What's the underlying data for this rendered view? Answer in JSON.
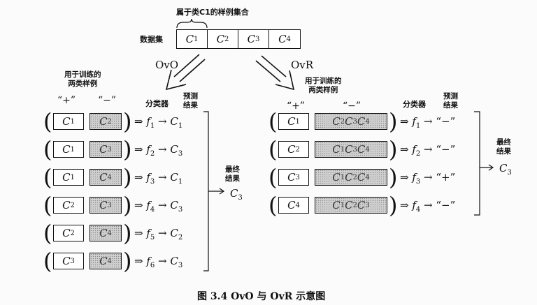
{
  "brace_label": "属于类C1的样例集合",
  "dataset_label": "数据集",
  "dataset_cells": [
    "C1",
    "C2",
    "C3",
    "C4"
  ],
  "ovo": {
    "label": "OvO",
    "train_caption_1": "用于训练的",
    "train_caption_2": "两类样例",
    "plus_header": "“+”",
    "minus_header": "“−”",
    "classifier_header": "分类器",
    "predict_header_1": "预测",
    "predict_header_2": "结果",
    "rows": [
      {
        "pos": "C1",
        "neg": "C2",
        "f": "f1",
        "result": "C1"
      },
      {
        "pos": "C1",
        "neg": "C3",
        "f": "f2",
        "result": "C3"
      },
      {
        "pos": "C1",
        "neg": "C4",
        "f": "f3",
        "result": "C1"
      },
      {
        "pos": "C2",
        "neg": "C3",
        "f": "f4",
        "result": "C3"
      },
      {
        "pos": "C2",
        "neg": "C4",
        "f": "f5",
        "result": "C2"
      },
      {
        "pos": "C3",
        "neg": "C4",
        "f": "f6",
        "result": "C3"
      }
    ],
    "final_label_1": "最终",
    "final_label_2": "结果",
    "final_result": "C3"
  },
  "ovr": {
    "label": "OvR",
    "train_caption_1": "用于训练的",
    "train_caption_2": "两类样例",
    "plus_header": "“+”",
    "minus_header": "“−”",
    "classifier_header": "分类器",
    "predict_header_1": "预测",
    "predict_header_2": "结果",
    "rows": [
      {
        "pos": "C1",
        "neg": "C2 C3 C4",
        "f": "f1",
        "result": "“−”"
      },
      {
        "pos": "C2",
        "neg": "C1 C3 C4",
        "f": "f2",
        "result": "“−”"
      },
      {
        "pos": "C3",
        "neg": "C1 C2 C4",
        "f": "f3",
        "result": "“+”"
      },
      {
        "pos": "C4",
        "neg": "C1 C2 C3",
        "f": "f4",
        "result": "“−”"
      }
    ],
    "final_label_1": "最终",
    "final_label_2": "结果",
    "final_result": "C3"
  },
  "caption": "图 3.4 OvO 与 OvR 示意图"
}
